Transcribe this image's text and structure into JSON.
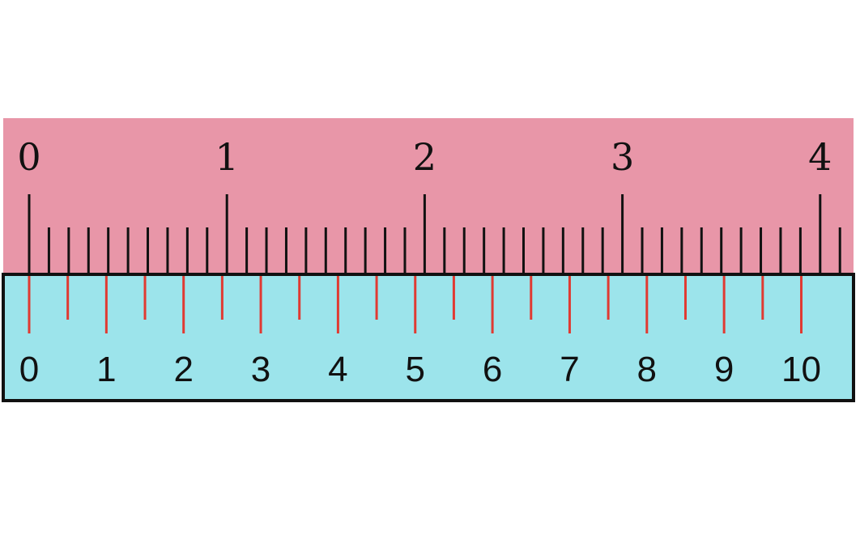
{
  "colors": {
    "inch_band": "#e896a8",
    "cm_band": "#9ce4eb",
    "inch_ticks": "#111111",
    "cm_ticks": "#e03a32",
    "border": "#111111",
    "background": "#ffffff"
  },
  "inch_scale": {
    "unit": "inch",
    "labels": [
      "0",
      "1",
      "2",
      "3",
      "4"
    ],
    "subdivisions_per_unit": 10
  },
  "cm_scale": {
    "unit": "cm",
    "labels": [
      "0",
      "1",
      "2",
      "3",
      "4",
      "5",
      "6",
      "7",
      "8",
      "9",
      "10"
    ],
    "subdivisions_per_unit": 2
  }
}
